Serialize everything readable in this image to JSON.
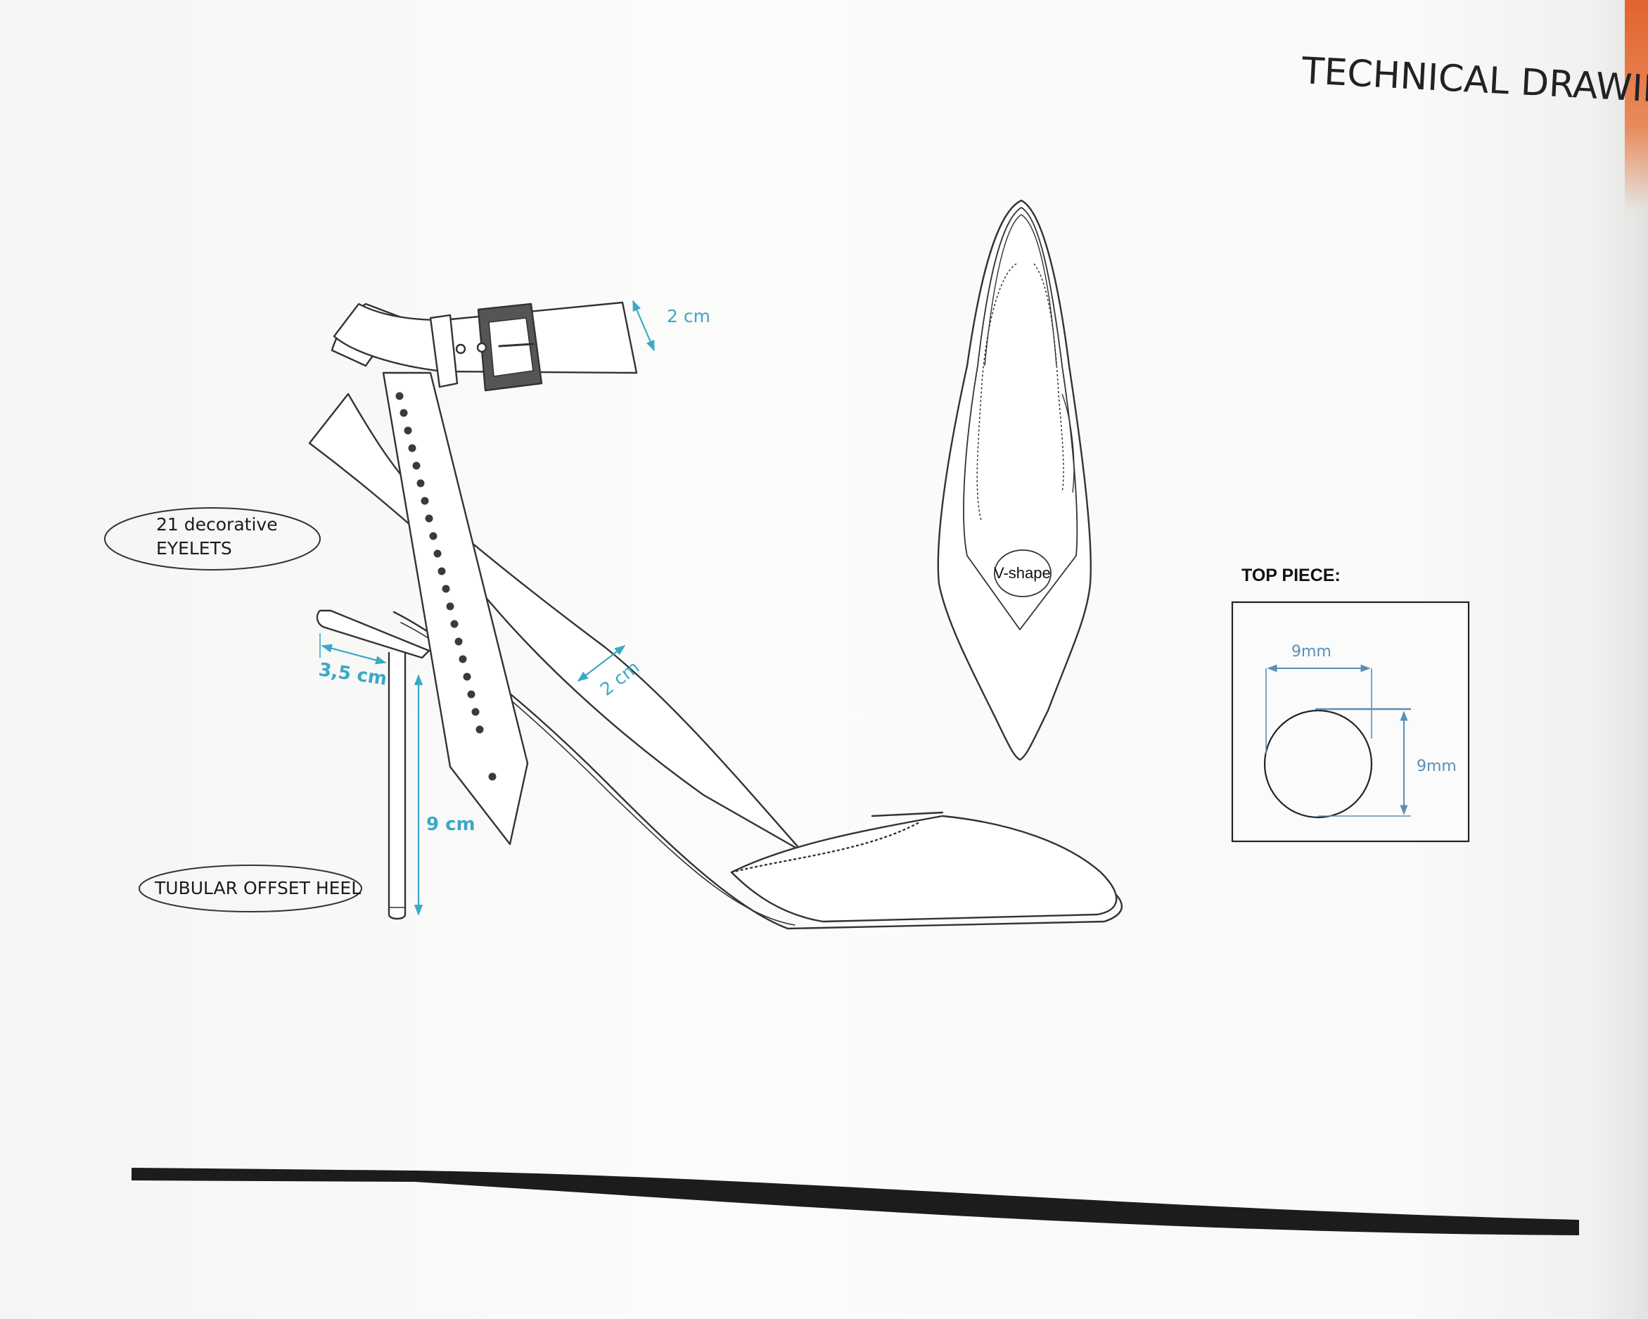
{
  "title": "TECHNICAL DRAWINGS",
  "callouts": {
    "eyelets_line1": "21 decorative",
    "eyelets_line2": "EYELETS",
    "heel": "TUBULAR OFFSET HEEL",
    "vshape": "V-shape"
  },
  "dimensions": {
    "strap_width": "2 cm",
    "side_strap_width": "2 cm",
    "heel_offset": "3,5 cm",
    "heel_height": "9 cm"
  },
  "top_piece": {
    "label": "TOP PIECE:",
    "width": "9mm",
    "height": "9mm"
  },
  "colors": {
    "dimension": "#39a9c6",
    "top_piece_dimension": "#5a8fb8",
    "line": "#333333",
    "tab": "#e2632f"
  }
}
